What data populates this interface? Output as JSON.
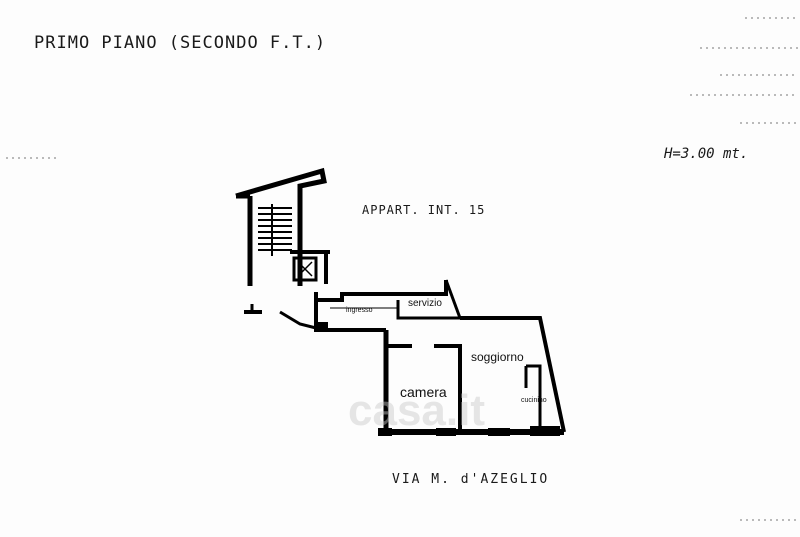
{
  "plan": {
    "title": "PRIMO PIANO (SECONDO F.T.)",
    "height_note": "H=3.00 mt.",
    "unit_label": "APPART. INT. 15",
    "street": "VIA M. d'AZEGLIO",
    "watermark": "casa.it",
    "rooms": {
      "ingresso": "ingresso",
      "servizio": "servizio",
      "soggiorno": "soggiorno",
      "camera": "camera",
      "cucinino": "cucinino"
    }
  }
}
